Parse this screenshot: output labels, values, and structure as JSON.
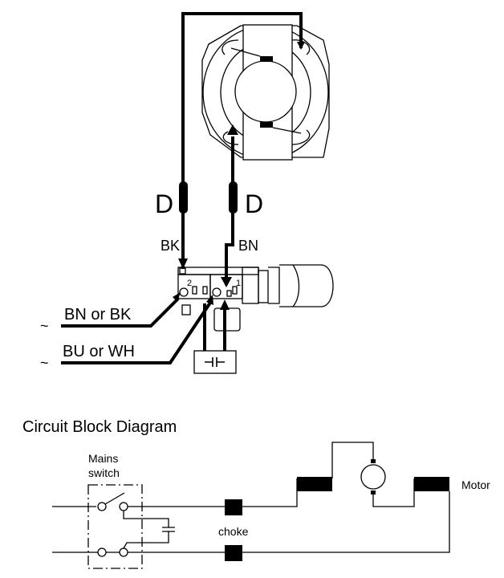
{
  "wiring_diagram": {
    "connector_labels": [
      "D",
      "D"
    ],
    "wire_labels": {
      "left_wire": "BK",
      "right_wire": "BN"
    },
    "terminal_numbers": [
      "2",
      "1"
    ],
    "mains_inputs": [
      {
        "symbol": "~",
        "label": "BN or BK"
      },
      {
        "symbol": "~",
        "label": "BU or WH"
      }
    ],
    "capacitor_symbol": "⊣⊢"
  },
  "block_diagram": {
    "title": "Circuit Block Diagram",
    "mains_switch_label": [
      "Mains",
      "switch"
    ],
    "choke_label": "choke",
    "motor_label": "Motor"
  }
}
